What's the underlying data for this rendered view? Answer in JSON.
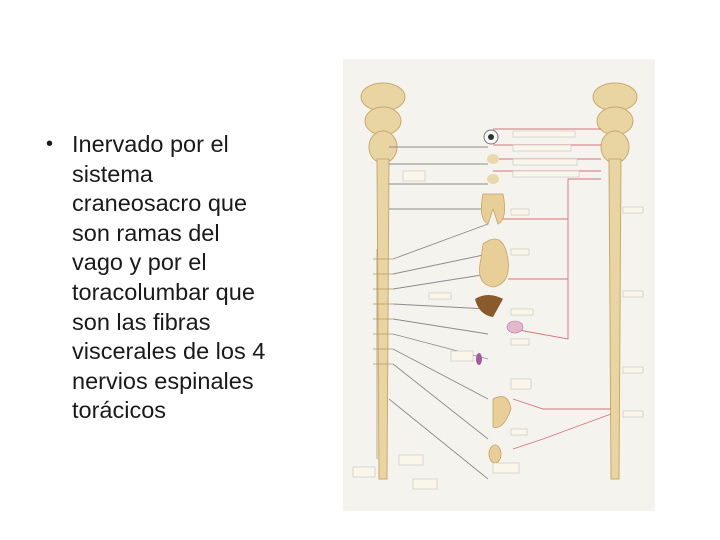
{
  "slide": {
    "bullet_symbol": "•",
    "bullet_lines": [
      "Inervado por el",
      "sistema",
      "craneosacro que",
      "son ramas del",
      "vago y por el",
      "toracolumbar que",
      "son las fibras",
      "viscerales de los 4",
      "nervios espinales",
      "torácicos"
    ]
  },
  "figure": {
    "description_icon": "autonomic-nervous-system-diagram",
    "colors": {
      "spine": "#e9d5a2",
      "spine_outline": "#c9aa6c",
      "sympathetic_lines": "#8c8c8c",
      "parasympathetic_lines": "#d9707e",
      "organ": "#e7cf97",
      "liver": "#8a5a2b",
      "background": "#f4f3ee"
    }
  }
}
